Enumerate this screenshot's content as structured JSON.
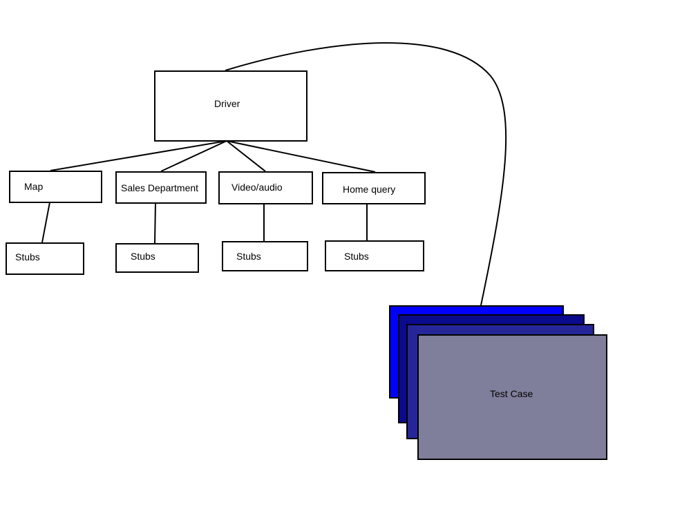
{
  "driver": {
    "label": "Driver"
  },
  "modules": [
    {
      "label": "Map",
      "stub_label": "Stubs"
    },
    {
      "label": "Sales Department",
      "stub_label": "Stubs"
    },
    {
      "label": "Video/audio",
      "stub_label": "Stubs"
    },
    {
      "label": "Home query",
      "stub_label": "Stubs"
    }
  ],
  "test_case": {
    "label": "Test Case",
    "stack_colors": [
      "#0000ff",
      "#0a0a8c",
      "#262699",
      "#7f7f9c"
    ]
  },
  "line_color": "#000000"
}
